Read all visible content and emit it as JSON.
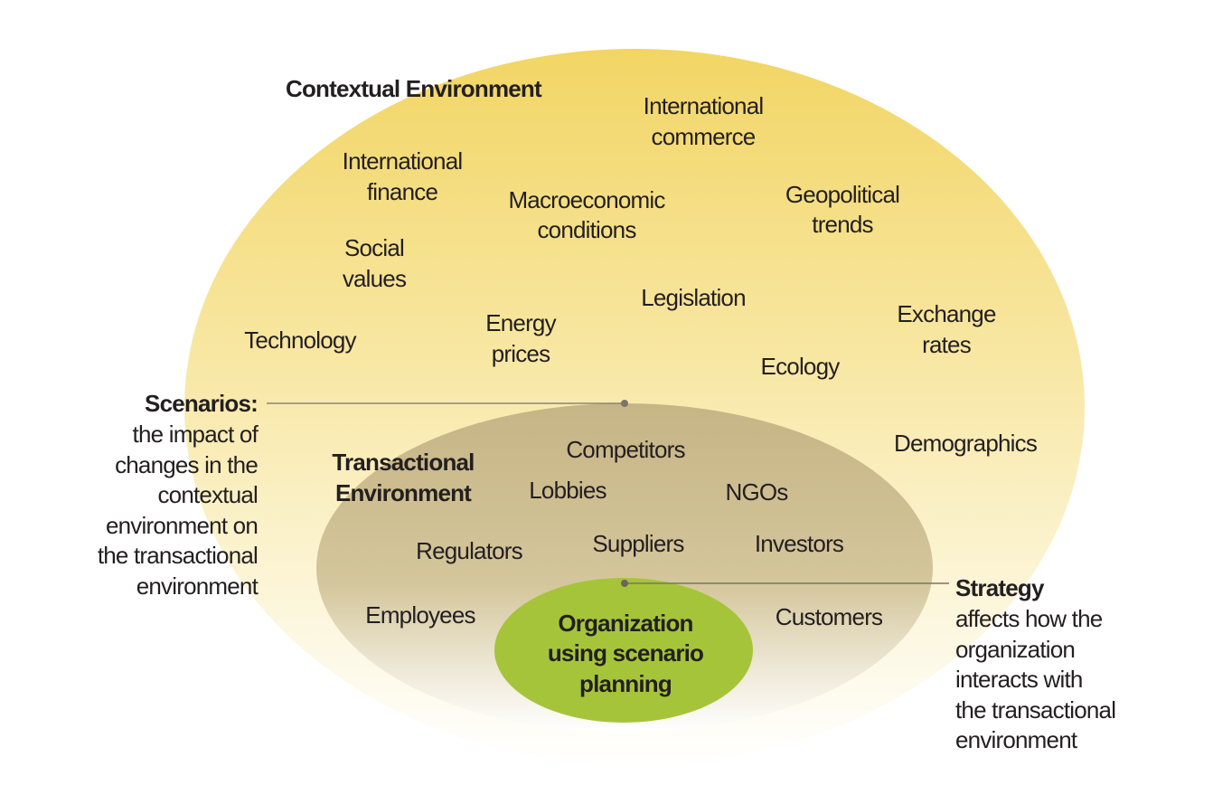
{
  "contextual": {
    "title": "Contextual Environment",
    "items": [
      [
        "International",
        "commerce"
      ],
      [
        "International",
        "finance"
      ],
      [
        "Macroeconomic",
        "conditions"
      ],
      [
        "Geopolitical",
        "trends"
      ],
      [
        "Social",
        "values"
      ],
      [
        "Legislation"
      ],
      [
        "Exchange",
        "rates"
      ],
      [
        "Technology"
      ],
      [
        "Energy",
        "prices"
      ],
      [
        "Ecology"
      ],
      [
        "Demographics"
      ]
    ]
  },
  "transactional": {
    "title": [
      "Transactional",
      "Environment"
    ],
    "items": [
      "Competitors",
      "Lobbies",
      "NGOs",
      "Regulators",
      "Suppliers",
      "Investors",
      "Employees",
      "Customers"
    ]
  },
  "organization": [
    "Organization",
    "using scenario",
    "planning"
  ],
  "scenarios": {
    "title": "Scenarios:",
    "lines": [
      "the impact of",
      "changes in the",
      "contextual",
      "environment on",
      "the transactional",
      "environment"
    ]
  },
  "strategy": {
    "title": "Strategy",
    "lines": [
      "affects how the",
      "organization",
      "interacts with",
      "the transactional",
      "environment"
    ]
  },
  "colors": {
    "outer": "#f3d86a",
    "inner": "#c8b88a",
    "org": "#a6c43a"
  }
}
